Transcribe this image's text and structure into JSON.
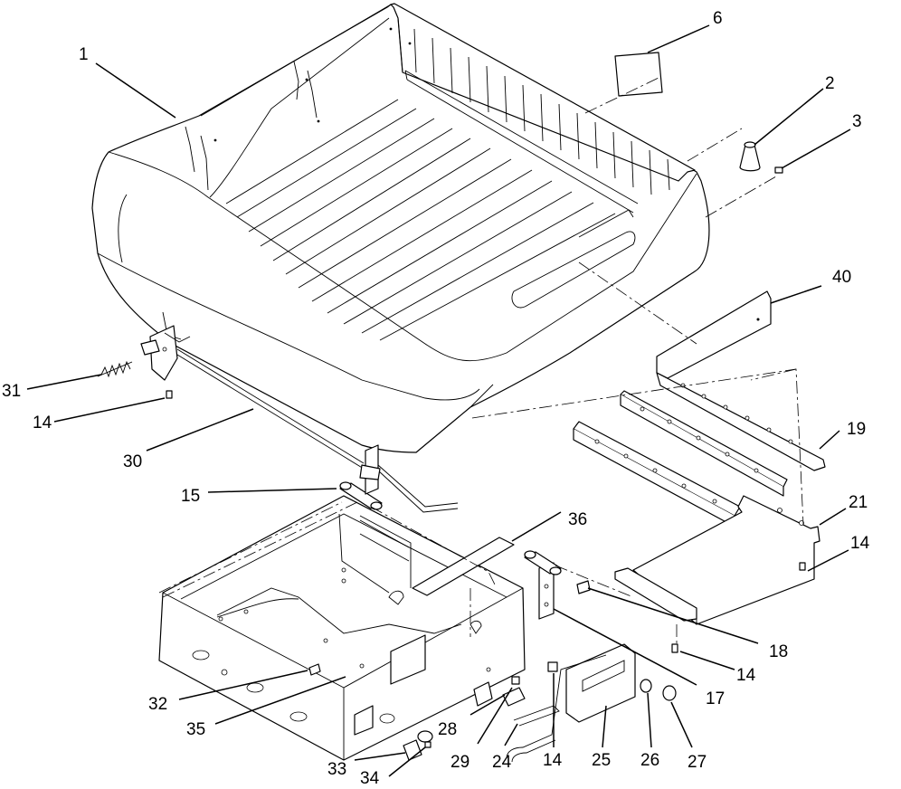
{
  "callouts": [
    {
      "id": "c1",
      "text": "1"
    },
    {
      "id": "c2",
      "text": "2"
    },
    {
      "id": "c3",
      "text": "3"
    },
    {
      "id": "c6",
      "text": "6"
    },
    {
      "id": "c14a",
      "text": "14"
    },
    {
      "id": "c14b",
      "text": "14"
    },
    {
      "id": "c14c",
      "text": "14"
    },
    {
      "id": "c14d",
      "text": "14"
    },
    {
      "id": "c15",
      "text": "15"
    },
    {
      "id": "c17",
      "text": "17"
    },
    {
      "id": "c18",
      "text": "18"
    },
    {
      "id": "c19",
      "text": "19"
    },
    {
      "id": "c21",
      "text": "21"
    },
    {
      "id": "c24",
      "text": "24"
    },
    {
      "id": "c25",
      "text": "25"
    },
    {
      "id": "c26",
      "text": "26"
    },
    {
      "id": "c27",
      "text": "27"
    },
    {
      "id": "c28",
      "text": "28"
    },
    {
      "id": "c29",
      "text": "29"
    },
    {
      "id": "c30",
      "text": "30"
    },
    {
      "id": "c31",
      "text": "31"
    },
    {
      "id": "c32",
      "text": "32"
    },
    {
      "id": "c33",
      "text": "33"
    },
    {
      "id": "c34",
      "text": "34"
    },
    {
      "id": "c35",
      "text": "35"
    },
    {
      "id": "c36",
      "text": "36"
    },
    {
      "id": "c40",
      "text": "40"
    }
  ]
}
